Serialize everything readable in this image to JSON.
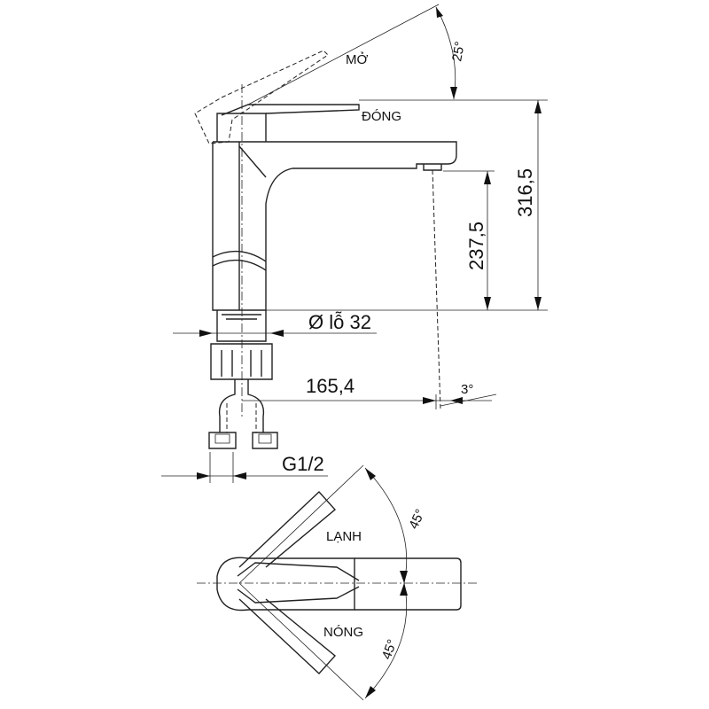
{
  "labels": {
    "open": "MỞ",
    "closed": "ĐÓNG",
    "open_angle": "25°",
    "total_height": "316,5",
    "spout_height": "237,5",
    "hole_diameter": "Ø lỗ 32",
    "spout_reach": "165,4",
    "stream_angle": "3°",
    "thread": "G1/2",
    "cold_angle": "45°",
    "cold": "LẠNH",
    "hot": "NÓNG",
    "hot_angle": "45°"
  }
}
